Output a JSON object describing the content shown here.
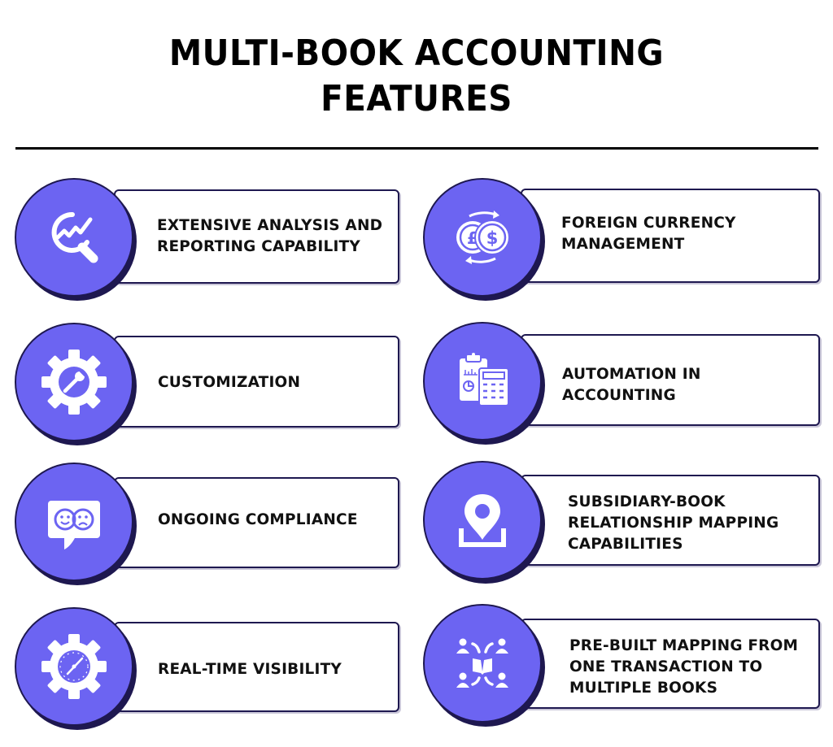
{
  "header": {
    "title_line1": "MULTI-BOOK ACCOUNTING",
    "title_line2": "FEATURES"
  },
  "colors": {
    "circle_fill": "#6c64f2",
    "outline": "#1e1850",
    "text": "#111111",
    "background": "#ffffff"
  },
  "features": [
    {
      "label_lines": [
        "EXTENSIVE ANALYSIS AND",
        "REPORTING CAPABILITY"
      ],
      "icon": "analytics-magnifier-icon"
    },
    {
      "label_lines": [
        "FOREIGN CURRENCY",
        "MANAGEMENT"
      ],
      "icon": "currency-exchange-icon"
    },
    {
      "label_lines": [
        "CUSTOMIZATION"
      ],
      "icon": "gear-wrench-icon"
    },
    {
      "label_lines": [
        "AUTOMATION IN",
        "ACCOUNTING"
      ],
      "icon": "clipboard-calculator-icon"
    },
    {
      "label_lines": [
        "ONGOING COMPLIANCE"
      ],
      "icon": "feedback-faces-icon"
    },
    {
      "label_lines": [
        "SUBSIDIARY-BOOK",
        "RELATIONSHIP MAPPING",
        "CAPABILITIES"
      ],
      "icon": "location-pin-icon"
    },
    {
      "label_lines": [
        "REAL-TIME VISIBILITY"
      ],
      "icon": "gear-clock-icon"
    },
    {
      "label_lines": [
        "PRE-BUILT MAPPING FROM",
        "ONE TRANSACTION TO",
        "MULTIPLE BOOKS"
      ],
      "icon": "book-network-icon"
    }
  ]
}
